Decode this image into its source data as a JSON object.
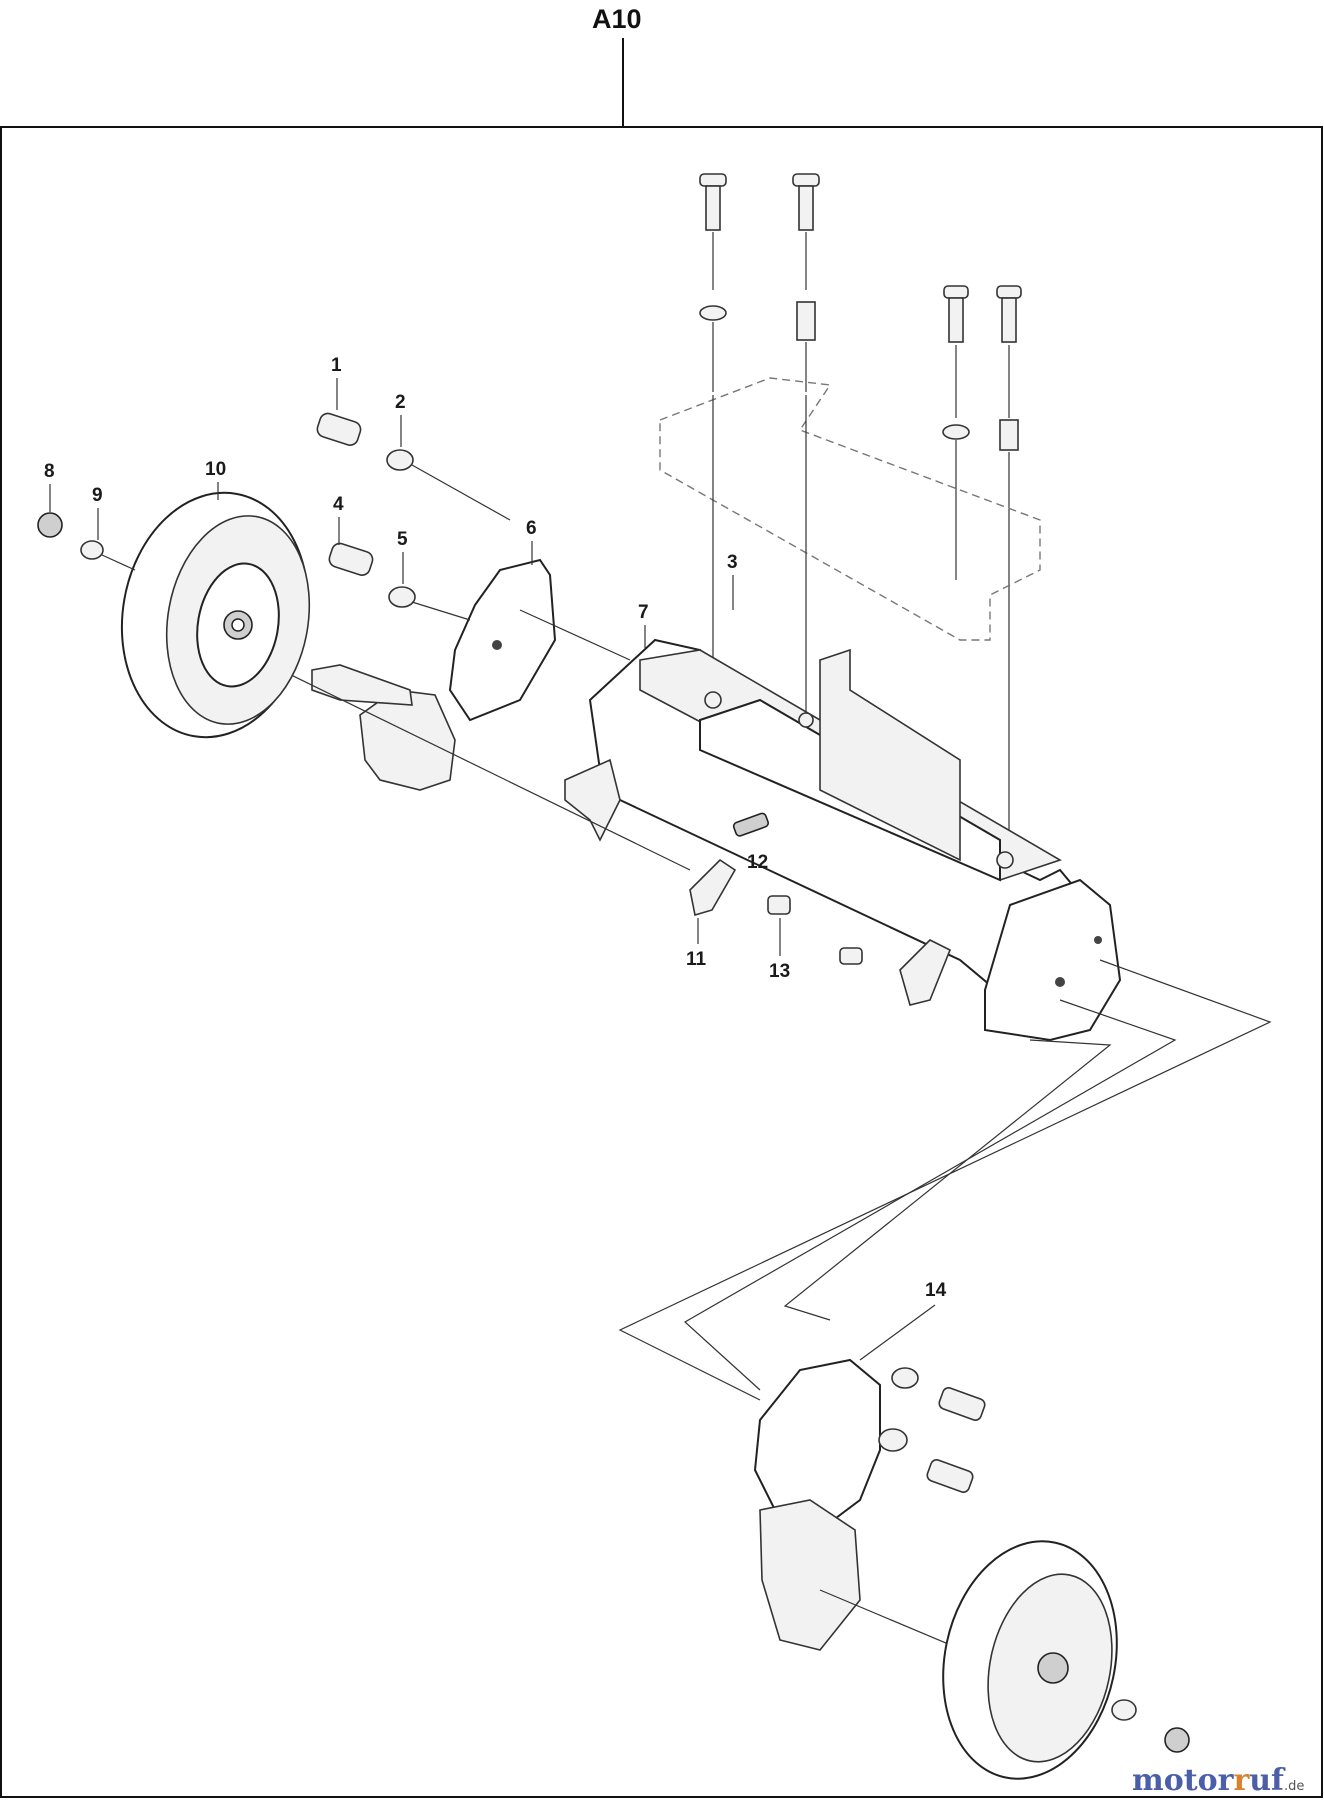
{
  "diagram": {
    "title": "A10",
    "callouts": {
      "c1": "1",
      "c2": "2",
      "c3": "3",
      "c4": "4",
      "c5": "5",
      "c6": "6",
      "c7": "7",
      "c8": "8",
      "c9": "9",
      "c10": "10",
      "c11": "11",
      "c12": "12",
      "c13": "13",
      "c14": "14"
    }
  },
  "watermark": {
    "brand_a": "motor",
    "brand_b": "uf",
    "brand_r": "r",
    "tld": ".de",
    "color_a": "#4a5fa8",
    "color_b": "#d9822b"
  }
}
